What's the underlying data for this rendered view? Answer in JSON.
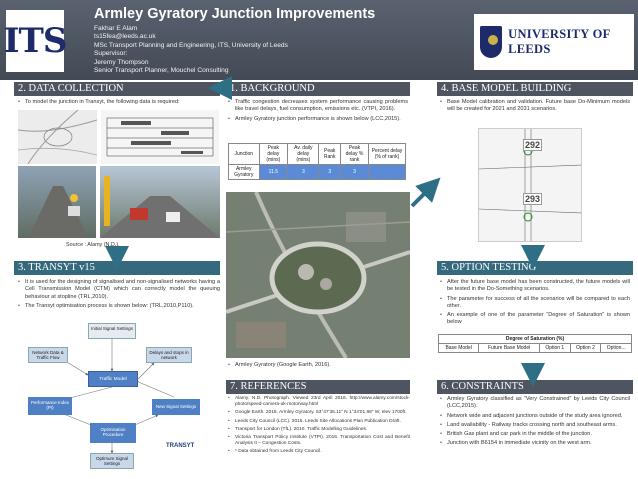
{
  "header": {
    "title": "Armley Gyratory Junction Improvements",
    "author_lines": [
      "Fakhar E Alam",
      "ts15fea@leeds.ac.uk",
      "MSc Transport Planning and Engineering, ITS, University of Leeds",
      "Supervisor:",
      "Jeremy Thompson",
      "Senior Transport Planner, Mouchel Consulting"
    ],
    "logo_left": "ITS",
    "logo_right": "UNIVERSITY OF LEEDS"
  },
  "sections": {
    "data_collection": {
      "heading": "2. DATA COLLECTION",
      "bullets": [
        "To model the junction in Transyt, the following data is required:"
      ],
      "source": "Source : Alamy (N.D.)."
    },
    "background": {
      "heading": "1. BACKGROUND",
      "bullets": [
        "Traffic congestion decreases system performance causing problems like travel delays, fuel consumption, emissions etc. (VTPI, 2016).",
        "Armley Gyratory junction performance is shown below (LCC,2015)."
      ],
      "table": {
        "headers": [
          "Junction",
          "Peak delay (mins)",
          "Av. daily delay (mins)",
          "Peak Rank",
          "Peak delay % rank",
          "Percent delay (% of rank)"
        ],
        "rows": [
          [
            "Armley Gyratory",
            "11.5",
            "3",
            "3",
            "3",
            ""
          ]
        ]
      },
      "photo_caption": "Armley Gyratory (Google Earth, 2016)."
    },
    "base_model": {
      "heading": "4. BASE MODEL BUILDING",
      "bullets": [
        "Base Model calibration and validation. Future base Do-Minimum models will be created for 2021 and 2031 scenarios."
      ],
      "node_labels": [
        "292",
        "293"
      ]
    },
    "transyt": {
      "heading": "3. TRANSYT v15",
      "bullets": [
        "It is used for the designing of signalised and non-signalised networks having a Cell Transmission Model (CTM) which can correctly model the queuing behaviour at stopline (TRL,2010).",
        "The Transyt optimisation process is shown below: (TRL,2010,P110)."
      ],
      "diagram": {
        "nodes": [
          "Initial Signal Settings",
          "Network Data & Traffic Flow",
          "Delays and stops in network",
          "Traffic Model",
          "Performance Index (PI)",
          "New Signal Settings",
          "Optimisation Procedure",
          "Optimum Signal Settings"
        ],
        "brand": "TRANSYT"
      }
    },
    "option_testing": {
      "heading": "5. OPTION TESTING",
      "bullets": [
        "After the future base model has been constructed, the future models will be tested in the Do-Something scenarios.",
        "The parameter for success of all the scenarios will be compared to each other.",
        "An example of one of the parameter “Degree of Saturation” is shown below"
      ],
      "table": {
        "title": "Degree of Saturation (%)",
        "columns": [
          "Base Model",
          "Future Base Model",
          "Option 1",
          "Option 2",
          "Option..."
        ]
      }
    },
    "references": {
      "heading": "7. REFERENCES",
      "bullets": [
        "Alamy. N.D. Photograph. Viewed 23rd April 2016. http://www.alamy.com/stock-photo/speed-camera-uk-motorway.html",
        "Google Earth. 2016. Armley Gyratory. 53°47'35.11\" N 1°34'01.98\" W, elev 1700ft.",
        "Leeds City Council (LCC). 2015. Leeds Site Allocations Plan Publication Draft.",
        "Transport for London (TfL). 2010. Traffic Modelling Guidelines.",
        "Victoria Transport Policy Institute (VTPI). 2016. Transportation Cost and Benefit Analysis II – Congestion Costs.",
        "* Data obtained from Leeds City Council."
      ]
    },
    "constraints": {
      "heading": "6. CONSTRAINTS",
      "bullets": [
        "Armley Gyratory classified as “Very Constrained” by Leeds City Council (LCC,2015).",
        "Network wide and adjacent junctions outside of the study area ignored.",
        "Land availability - Railway tracks crossing north and southeast arms.",
        "British Gas plant and car park in the middle of the junction.",
        "Junction with B6154 in immediate vicinity on the west arm."
      ]
    }
  },
  "colors": {
    "header": "#4b5563",
    "bar_dark": "#4e5561",
    "bar_teal": "#356a7e",
    "arrow": "#2f6f86"
  }
}
